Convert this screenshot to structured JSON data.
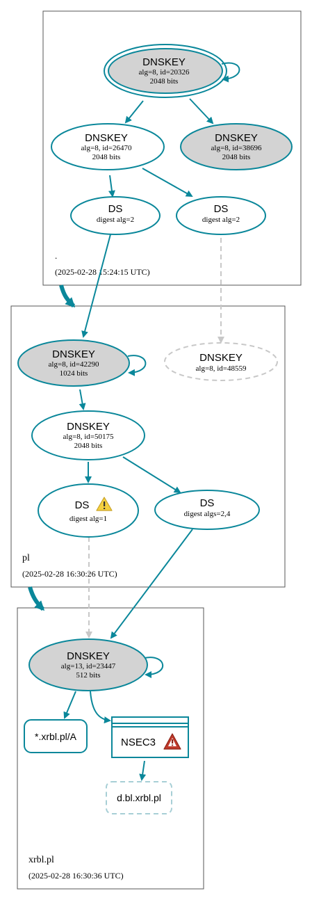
{
  "zones": [
    {
      "name": ".",
      "timestamp": "(2025-02-28 15:24:15 UTC)"
    },
    {
      "name": "pl",
      "timestamp": "(2025-02-28 16:30:26 UTC)"
    },
    {
      "name": "xrbl.pl",
      "timestamp": "(2025-02-28 16:30:36 UTC)"
    }
  ],
  "nodes": {
    "root_ksk": {
      "title": "DNSKEY",
      "line1": "alg=8, id=20326",
      "line2": "2048 bits"
    },
    "root_zsk": {
      "title": "DNSKEY",
      "line1": "alg=8, id=26470",
      "line2": "2048 bits"
    },
    "root_key3": {
      "title": "DNSKEY",
      "line1": "alg=8, id=38696",
      "line2": "2048 bits"
    },
    "root_ds1": {
      "title": "DS",
      "line1": "digest alg=2"
    },
    "root_ds2": {
      "title": "DS",
      "line1": "digest alg=2"
    },
    "pl_ksk": {
      "title": "DNSKEY",
      "line1": "alg=8, id=42290",
      "line2": "1024 bits"
    },
    "pl_missing": {
      "title": "DNSKEY",
      "line1": "alg=8, id=48559"
    },
    "pl_zsk": {
      "title": "DNSKEY",
      "line1": "alg=8, id=50175",
      "line2": "2048 bits"
    },
    "pl_ds1": {
      "title": "DS",
      "line1": "digest alg=1"
    },
    "pl_ds2": {
      "title": "DS",
      "line1": "digest algs=2,4"
    },
    "xrbl_key": {
      "title": "DNSKEY",
      "line1": "alg=13, id=23447",
      "line2": "512 bits"
    },
    "xrbl_a": {
      "title": "*.xrbl.pl/A"
    },
    "xrbl_nsec3": {
      "title": "NSEC3"
    },
    "xrbl_nx": {
      "title": "d.bl.xrbl.pl"
    }
  },
  "icons": {
    "ds_warning": "warning-icon",
    "nsec3_error": "error-icon"
  },
  "colors": {
    "edge": "#0a879a",
    "fill_gray": "#d3d3d3",
    "dashed_gray": "#c8c8c8",
    "dashed_teal": "#a7cfd6",
    "warning": "#f4d03f",
    "error": "#c0392b",
    "box_border": "#555555"
  }
}
